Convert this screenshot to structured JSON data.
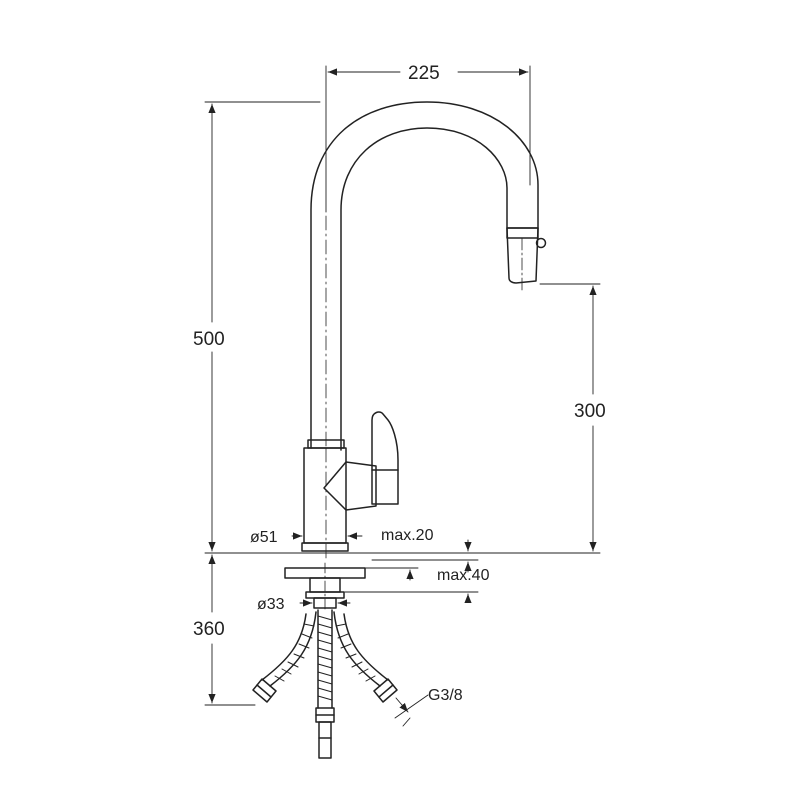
{
  "dimensions": {
    "width_top": "225",
    "height_total": "500",
    "height_outlet": "300",
    "height_below": "360",
    "diameter_base": "ø51",
    "diameter_shank": "ø33",
    "max_deck_top": "max.20",
    "max_deck": "max.40",
    "thread": "G3/8"
  },
  "colors": {
    "line": "#222222",
    "background": "#ffffff"
  }
}
